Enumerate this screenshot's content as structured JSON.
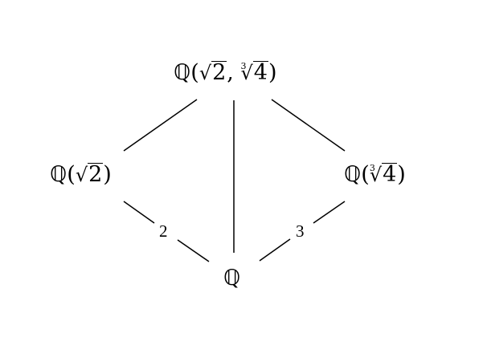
{
  "diagram": {
    "type": "field-extension-lattice",
    "nodes": {
      "top": {
        "field": "ℚ",
        "open": "(",
        "radical1": {
          "index": "",
          "radicand": "2"
        },
        "sep": ",",
        "radical2": {
          "index": "3",
          "radicand": "4"
        },
        "close": ")",
        "text": "ℚ(√2, ∛4)"
      },
      "left": {
        "field": "ℚ",
        "open": "(",
        "radical": {
          "index": "",
          "radicand": "2"
        },
        "close": ")",
        "text": "ℚ(√2)"
      },
      "right": {
        "field": "ℚ",
        "open": "(",
        "radical": {
          "index": "3",
          "radicand": "4"
        },
        "close": ")",
        "text": "ℚ(∛4)"
      },
      "bottom": {
        "field": "ℚ",
        "text": "ℚ"
      }
    },
    "edges": [
      {
        "from": "left",
        "to": "top",
        "label": ""
      },
      {
        "from": "bottom",
        "to": "top",
        "label": ""
      },
      {
        "from": "right",
        "to": "top",
        "label": ""
      },
      {
        "from": "bottom",
        "to": "left",
        "label": "2"
      },
      {
        "from": "bottom",
        "to": "right",
        "label": "3"
      }
    ],
    "line_color": "#000000",
    "background": "#ffffff"
  }
}
